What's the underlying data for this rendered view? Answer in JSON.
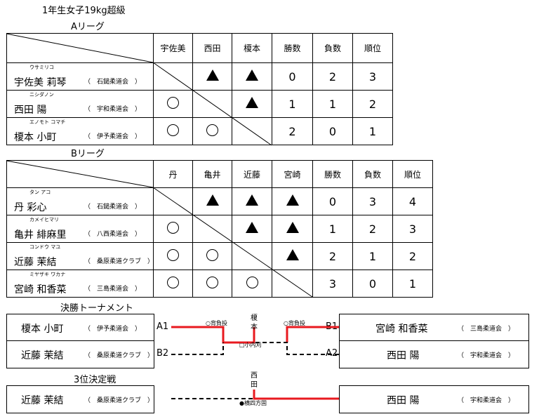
{
  "title": "1年生女子19kg超級",
  "leagueA": {
    "label": "Aリーグ",
    "headers": [
      "宇佐美",
      "西田",
      "榎本",
      "勝数",
      "負数",
      "順位"
    ],
    "rows": [
      {
        "kana": "ウサミリコ",
        "name": "宇佐美 莉琴",
        "club": "（　石鎚柔道会　）",
        "marks": [
          "",
          "triangle",
          "triangle"
        ],
        "wins": "0",
        "losses": "2",
        "rank": "3"
      },
      {
        "kana": "ニシダノン",
        "name": "西田 陽",
        "club": "（　宇和柔道会　）",
        "marks": [
          "circle",
          "",
          "triangle"
        ],
        "wins": "1",
        "losses": "1",
        "rank": "2"
      },
      {
        "kana": "エノモト コマチ",
        "name": "榎本 小町",
        "club": "（　伊予柔道会　）",
        "marks": [
          "circle",
          "circle",
          ""
        ],
        "wins": "2",
        "losses": "0",
        "rank": "1"
      }
    ]
  },
  "leagueB": {
    "label": "Bリーグ",
    "headers": [
      "丹",
      "亀井",
      "近藤",
      "宮崎",
      "勝数",
      "負数",
      "順位"
    ],
    "rows": [
      {
        "kana": "タン アコ",
        "name": "丹 彩心",
        "club": "（　石鎚柔道会　）",
        "marks": [
          "",
          "triangle",
          "triangle",
          "triangle"
        ],
        "wins": "0",
        "losses": "3",
        "rank": "4"
      },
      {
        "kana": "カメイヒマリ",
        "name": "亀井 緋麻里",
        "club": "（　八西柔道会　）",
        "marks": [
          "circle",
          "",
          "triangle",
          "triangle"
        ],
        "wins": "1",
        "losses": "2",
        "rank": "3"
      },
      {
        "kana": "コンドウ マユ",
        "name": "近藤 茉結",
        "club": "（　桑原柔道クラブ　）",
        "marks": [
          "circle",
          "circle",
          "",
          "triangle"
        ],
        "wins": "2",
        "losses": "1",
        "rank": "2"
      },
      {
        "kana": "ミヤザキ ワカナ",
        "name": "宮崎 和香菜",
        "club": "（　三島柔道会　）",
        "marks": [
          "circle",
          "circle",
          "circle",
          ""
        ],
        "wins": "3",
        "losses": "0",
        "rank": "1"
      }
    ]
  },
  "final": {
    "label": "決勝トーナメント",
    "left": [
      {
        "name": "榎本 小町",
        "club": "（　伊予柔道会　）",
        "seed": "A1"
      },
      {
        "name": "近藤 茉結",
        "club": "（　桑原柔道クラブ　）",
        "seed": "B2"
      }
    ],
    "right": [
      {
        "name": "宮崎 和香菜",
        "club": "（　三島柔道会　）",
        "seed": "B1"
      },
      {
        "name": "西田 陽",
        "club": "（　宇和柔道会　）",
        "seed": "A2"
      }
    ],
    "winner_vertical": "榎本",
    "note_left": "○背負投",
    "note_right": "○背負投",
    "note_center": "□小内刈",
    "colors": {
      "win": "#e8191f",
      "loss": "#000000"
    }
  },
  "third": {
    "label": "3位決定戦",
    "left": {
      "name": "近藤 茉結",
      "club": "（　桑原柔道クラブ　）"
    },
    "right": {
      "name": "西田 陽",
      "club": "（　宇和柔道会　）"
    },
    "winner_vertical": "西田",
    "note": "●横四方固"
  }
}
